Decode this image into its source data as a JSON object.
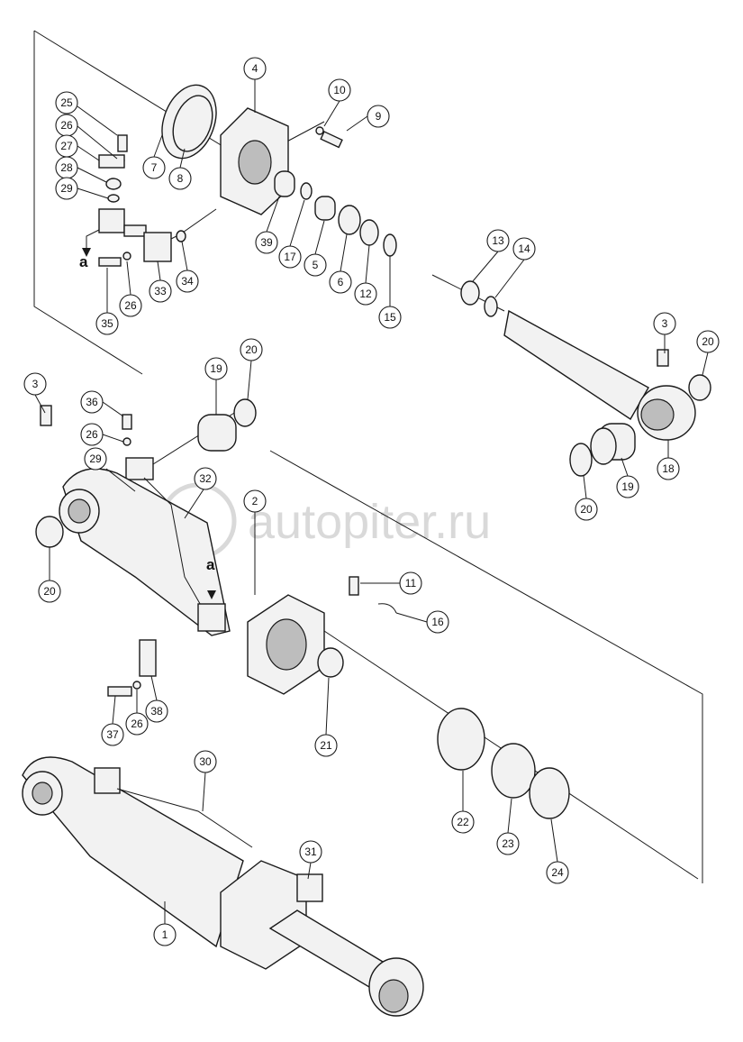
{
  "callouts": [
    "1",
    "2",
    "3",
    "3",
    "4",
    "5",
    "6",
    "7",
    "8",
    "9",
    "10",
    "11",
    "12",
    "13",
    "14",
    "15",
    "16",
    "17",
    "18",
    "19",
    "19",
    "20",
    "20",
    "20",
    "20",
    "21",
    "22",
    "23",
    "24",
    "25",
    "26",
    "26",
    "26",
    "26",
    "27",
    "28",
    "29",
    "29",
    "30",
    "31",
    "32",
    "33",
    "34",
    "35",
    "36",
    "37",
    "38",
    "39"
  ],
  "arrow_label": "a",
  "watermark": "autopiter.ru",
  "colors": {
    "line": "#1a1a1a",
    "part_fill": "#f2f2f2",
    "watermark": "#d9d9d9"
  }
}
